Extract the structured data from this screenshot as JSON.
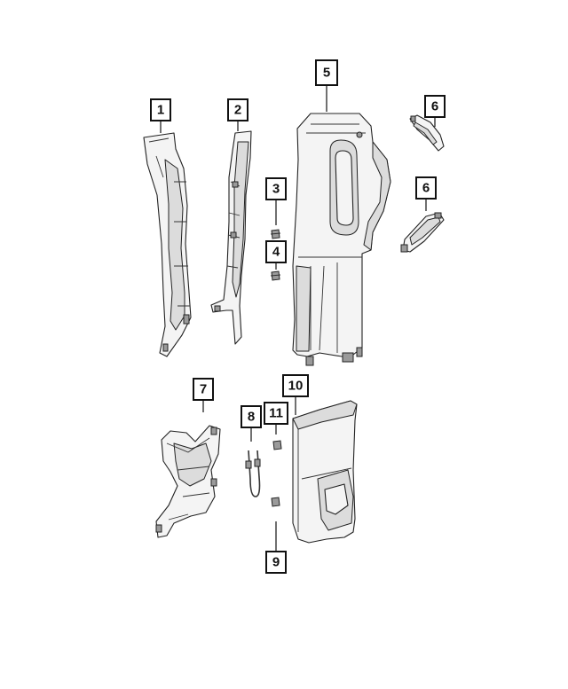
{
  "colors": {
    "line": "#111111",
    "part_fill": "#f4f4f4",
    "part_shade": "#dcdcdc",
    "background": "#ffffff"
  },
  "callouts": {
    "c1": "1",
    "c2": "2",
    "c3": "3",
    "c4": "4",
    "c5": "5",
    "c6a": "6",
    "c6b": "6",
    "c7": "7",
    "c8": "8",
    "c9": "9",
    "c10": "10",
    "c11": "11"
  }
}
